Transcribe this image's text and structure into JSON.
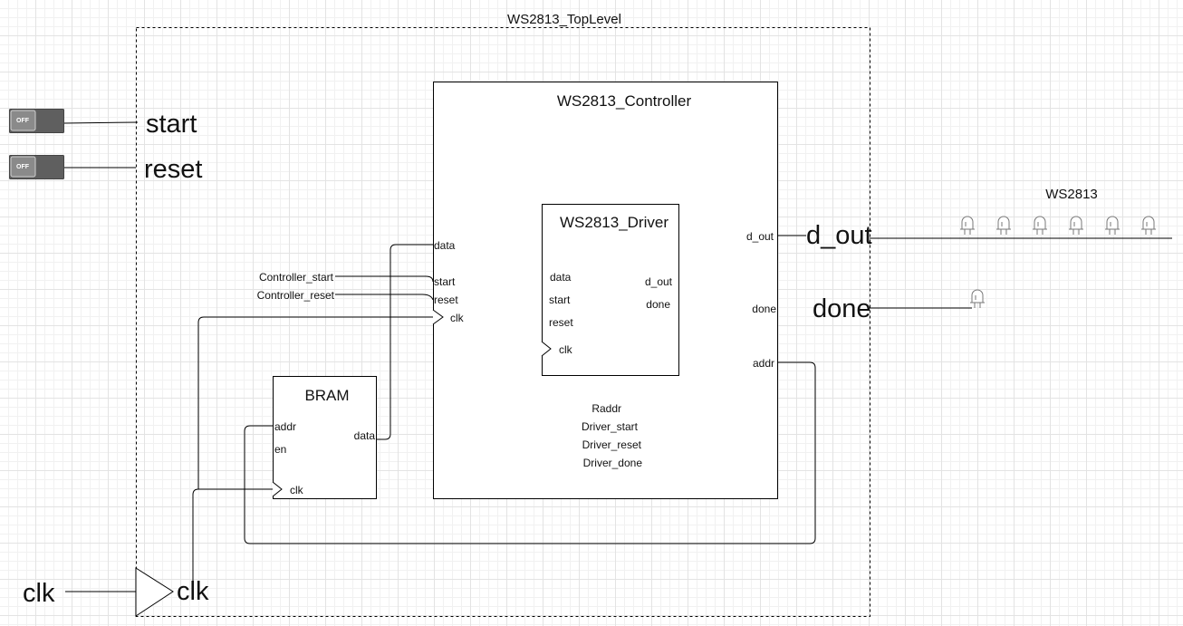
{
  "diagram": {
    "top_level": {
      "title": "WS2813_TopLevel"
    },
    "controller": {
      "title": "WS2813_Controller",
      "ports_left": [
        "data",
        "start",
        "reset",
        "clk"
      ],
      "ports_right": [
        "d_out",
        "done",
        "addr"
      ],
      "internal_labels": {
        "raddr": "Raddr",
        "driver_start": "Driver_start",
        "driver_reset": "Driver_reset",
        "driver_done": "Driver_done"
      }
    },
    "driver": {
      "title": "WS2813_Driver",
      "ports_left": [
        "data",
        "start",
        "reset",
        "clk"
      ],
      "ports_right": [
        "d_out",
        "done"
      ]
    },
    "bram": {
      "title": "BRAM",
      "ports_left": [
        "addr",
        "en",
        "clk"
      ],
      "ports_right": [
        "data"
      ]
    },
    "signals": {
      "controller_start": "Controller_start",
      "controller_reset": "Controller_reset"
    },
    "inputs": {
      "start": {
        "label": "start",
        "switch_text": "OFF",
        "state": "off"
      },
      "reset": {
        "label": "reset",
        "switch_text": "OFF",
        "state": "off"
      },
      "clk": {
        "outer_label": "clk",
        "inner_label": "clk"
      }
    },
    "outputs": {
      "d_out": "d_out",
      "done": "done"
    },
    "led_strip": {
      "label": "WS2813",
      "led_count": 6
    },
    "done_led": {
      "count": 1
    }
  }
}
